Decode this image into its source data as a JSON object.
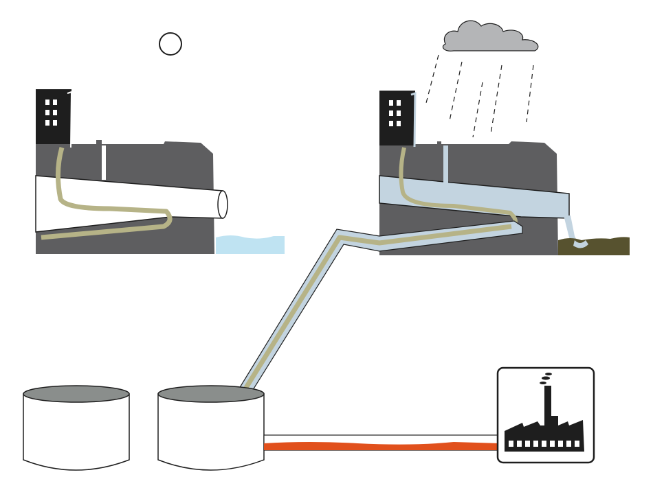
{
  "scene": {
    "left_panel": {
      "weather": "sun",
      "icons": [
        "sun-icon",
        "house-icon"
      ],
      "outfall": "clean-water"
    },
    "right_panel": {
      "weather": "rain",
      "icons": [
        "rain-cloud-icon",
        "house-icon"
      ],
      "outfall": "overflow-to-river"
    },
    "bottom": {
      "tanks": 2,
      "icons": [
        "factory-icon"
      ]
    }
  },
  "colors": {
    "background": "#ffffff",
    "ground": "#5e5e60",
    "building": "#1e1e1e",
    "sewage": "#b6b387",
    "stormwater": "#c3d4e0",
    "clean_water": "#bfe3f2",
    "river_polluted": "#57522f",
    "cloud": "#b4b5b7",
    "tank_water": "#8a8e8c",
    "treated_flow": "#e1501c",
    "outline": "#1e1e1e"
  }
}
